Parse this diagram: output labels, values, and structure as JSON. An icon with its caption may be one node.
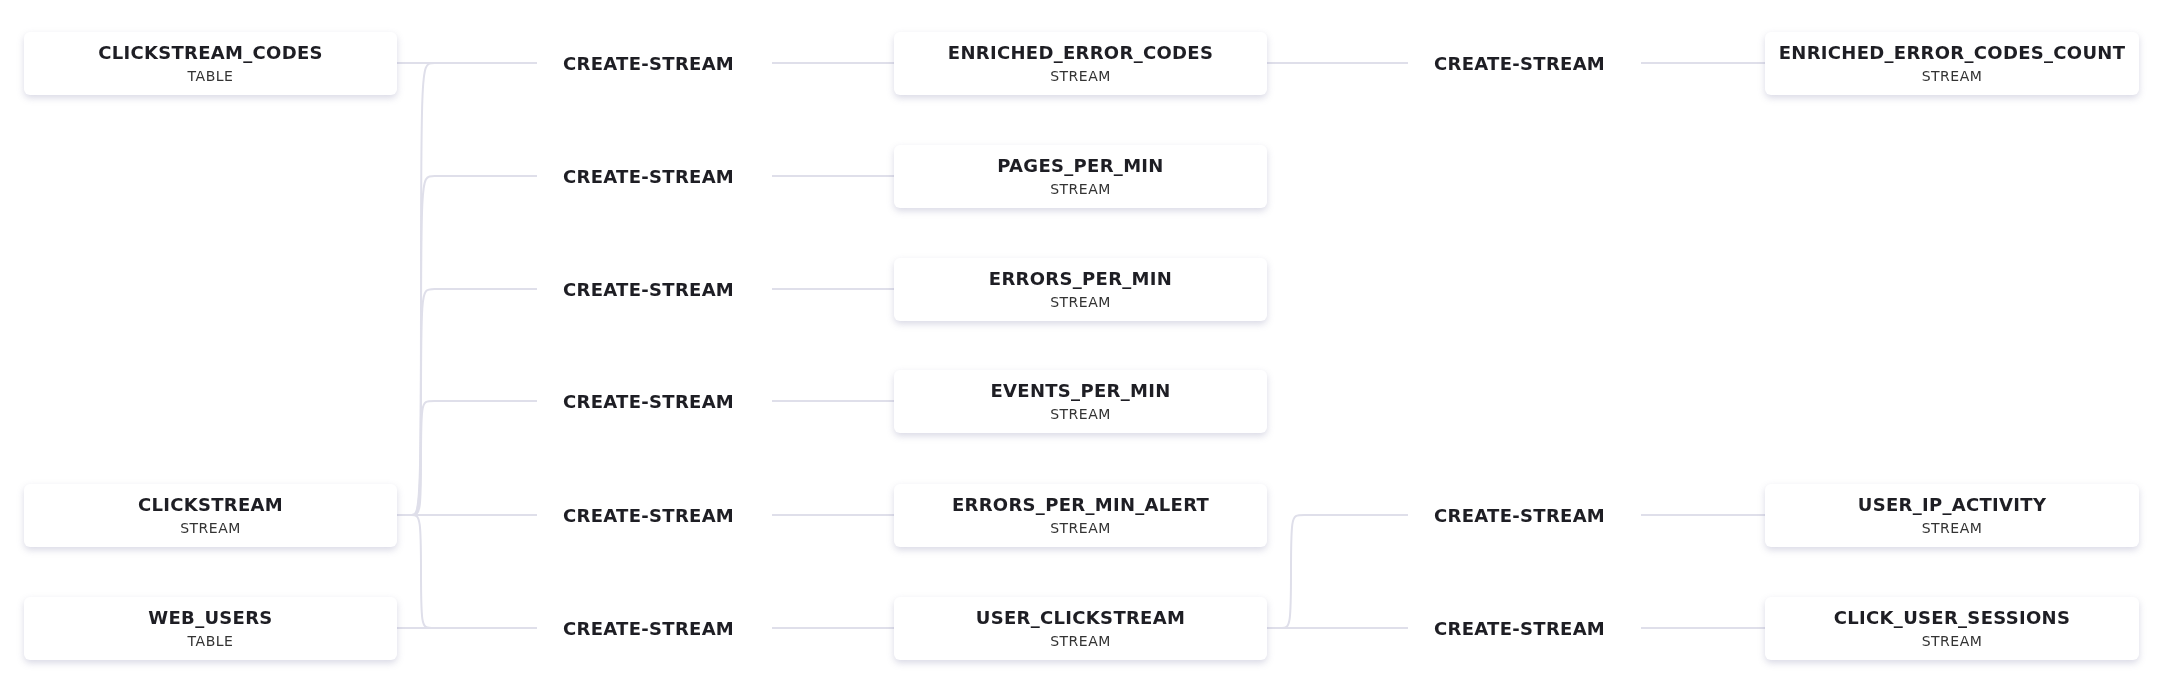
{
  "diagram": {
    "nodes": [
      {
        "text": [
          "CLICKSTREAM_CODES",
          "TABLE"
        ]
      },
      {
        "text": [
          "CREATE-STREAM"
        ]
      },
      {
        "text": [
          "ENRICHED_ERROR_CODES",
          "STREAM"
        ]
      },
      {
        "text": [
          "CREATE-STREAM"
        ]
      },
      {
        "text": [
          "ENRICHED_ERROR_CODES_COUNT",
          "STREAM"
        ]
      },
      {
        "text": [
          "CREATE-STREAM"
        ]
      },
      {
        "text": [
          "PAGES_PER_MIN",
          "STREAM"
        ]
      },
      {
        "text": [
          "CREATE-STREAM"
        ]
      },
      {
        "text": [
          "ERRORS_PER_MIN",
          "STREAM"
        ]
      },
      {
        "text": [
          "CREATE-STREAM"
        ]
      },
      {
        "text": [
          "EVENTS_PER_MIN",
          "STREAM"
        ]
      },
      {
        "text": [
          "CLICKSTREAM",
          "STREAM"
        ]
      },
      {
        "text": [
          "CREATE-STREAM"
        ]
      },
      {
        "text": [
          "ERRORS_PER_MIN_ALERT",
          "STREAM"
        ]
      },
      {
        "text": [
          "CREATE-STREAM"
        ]
      },
      {
        "text": [
          "USER_IP_ACTIVITY",
          "STREAM"
        ]
      },
      {
        "text": [
          "WEB_USERS",
          "TABLE"
        ]
      },
      {
        "text": [
          "CREATE-STREAM"
        ]
      },
      {
        "text": [
          "USER_CLICKSTREAM",
          "STREAM"
        ]
      },
      {
        "text": [
          "CREATE-STREAM"
        ]
      },
      {
        "text": [
          "CLICK_USER_SESSIONS",
          "STREAM"
        ]
      }
    ],
    "edges": [
      {
        "from": 0,
        "to": 1,
        "arrow": "none"
      },
      {
        "from": 11,
        "to": 1,
        "arrow": "none"
      },
      {
        "from": 11,
        "to": 5,
        "arrow": "none"
      },
      {
        "from": 11,
        "to": 7,
        "arrow": "none"
      },
      {
        "from": 11,
        "to": 9,
        "arrow": "none"
      },
      {
        "from": 11,
        "to": 12,
        "arrow": "none"
      },
      {
        "from": 11,
        "to": 17,
        "arrow": "none"
      },
      {
        "from": 16,
        "to": 17,
        "arrow": "none"
      },
      {
        "from": 1,
        "to": 2,
        "arrow": "none"
      },
      {
        "from": 5,
        "to": 6,
        "arrow": "none"
      },
      {
        "from": 7,
        "to": 8,
        "arrow": "none"
      },
      {
        "from": 9,
        "to": 10,
        "arrow": "none"
      },
      {
        "from": 12,
        "to": 13,
        "arrow": "none"
      },
      {
        "from": 17,
        "to": 18,
        "arrow": "none"
      },
      {
        "from": 2,
        "to": 3,
        "arrow": "none"
      },
      {
        "from": 3,
        "to": 4,
        "arrow": "none"
      },
      {
        "from": 18,
        "to": 14,
        "arrow": "none"
      },
      {
        "from": 18,
        "to": 19,
        "arrow": "none"
      },
      {
        "from": 14,
        "to": 15,
        "arrow": "none"
      },
      {
        "from": 19,
        "to": 20,
        "arrow": "none"
      }
    ]
  }
}
